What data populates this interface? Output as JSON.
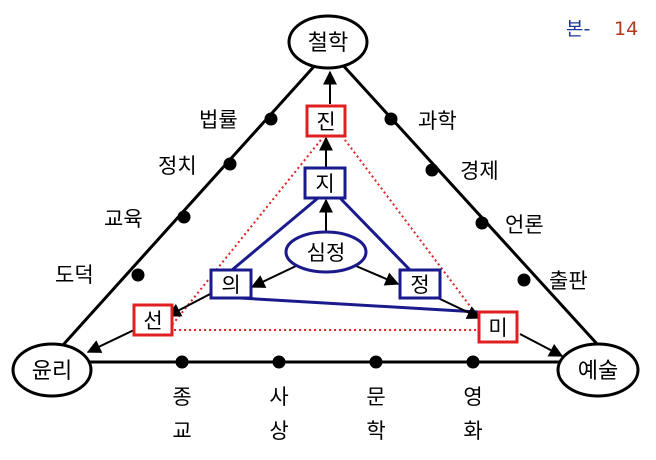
{
  "page_label": {
    "prefix": "본-",
    "number": "14",
    "prefix_color": "#1f3a93",
    "number_color": "#b5371e"
  },
  "vertices": {
    "top": "철학",
    "left": "윤리",
    "right": "예술"
  },
  "left_side_items": [
    "법률",
    "정치",
    "교육",
    "도덕"
  ],
  "right_side_items": [
    "과학",
    "경제",
    "언론",
    "출판"
  ],
  "bottom_items": [
    {
      "top": "종",
      "bottom": "교"
    },
    {
      "top": "사",
      "bottom": "상"
    },
    {
      "top": "문",
      "bottom": "학"
    },
    {
      "top": "영",
      "bottom": "화"
    }
  ],
  "outer_values": {
    "top": "진",
    "left": "선",
    "right": "미"
  },
  "inner_values": {
    "top": "지",
    "left": "의",
    "right": "정"
  },
  "center": "심정",
  "colors": {
    "outer_box": "#e02020",
    "inner": "#1a1a8c",
    "dotted": "#e02020",
    "line": "#000000"
  }
}
